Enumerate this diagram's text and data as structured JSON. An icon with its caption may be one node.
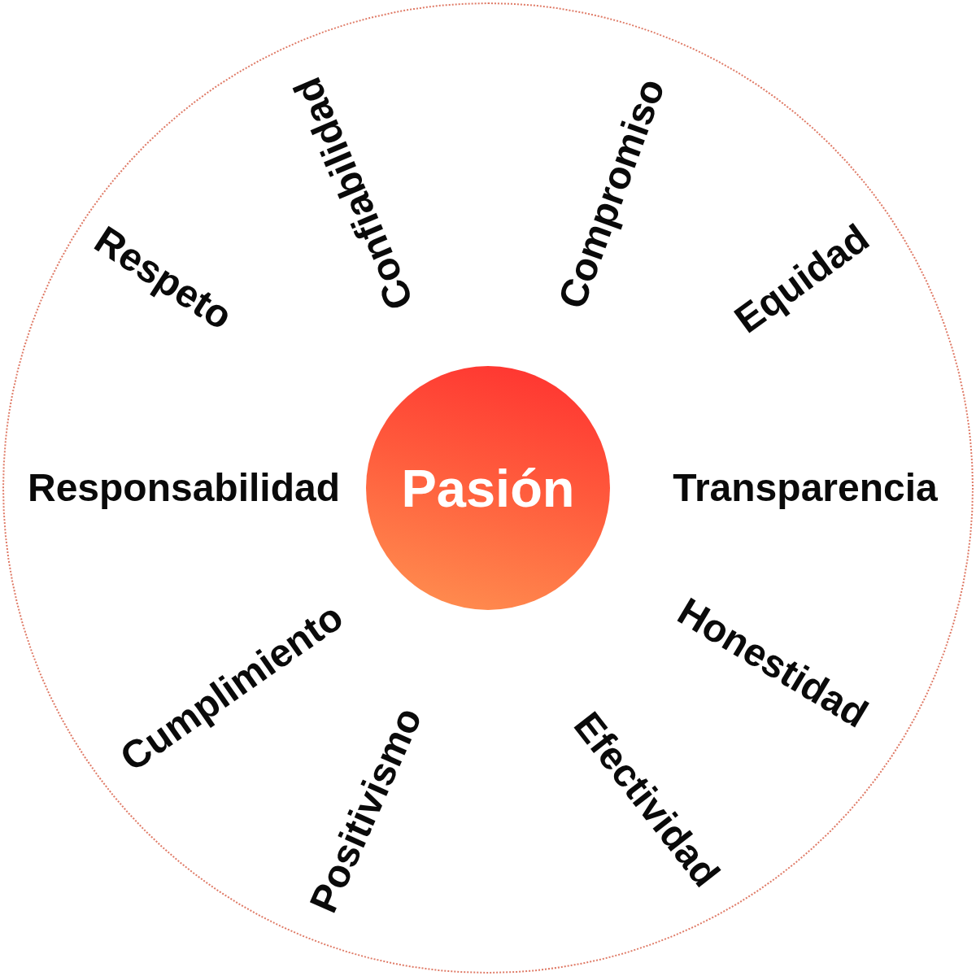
{
  "diagram": {
    "nodes": [
      {
        "text": [
          "Confiabilidad",
          "Compromiso",
          "Respeto",
          "Equidad",
          "Responsabilidad",
          "Transparencia",
          "Cumplimiento",
          "Honestidad",
          "Positivismo",
          "Efectividad"
        ]
      },
      {
        "text": [
          "Pasión"
        ],
        "in": 0
      }
    ],
    "edges": []
  }
}
